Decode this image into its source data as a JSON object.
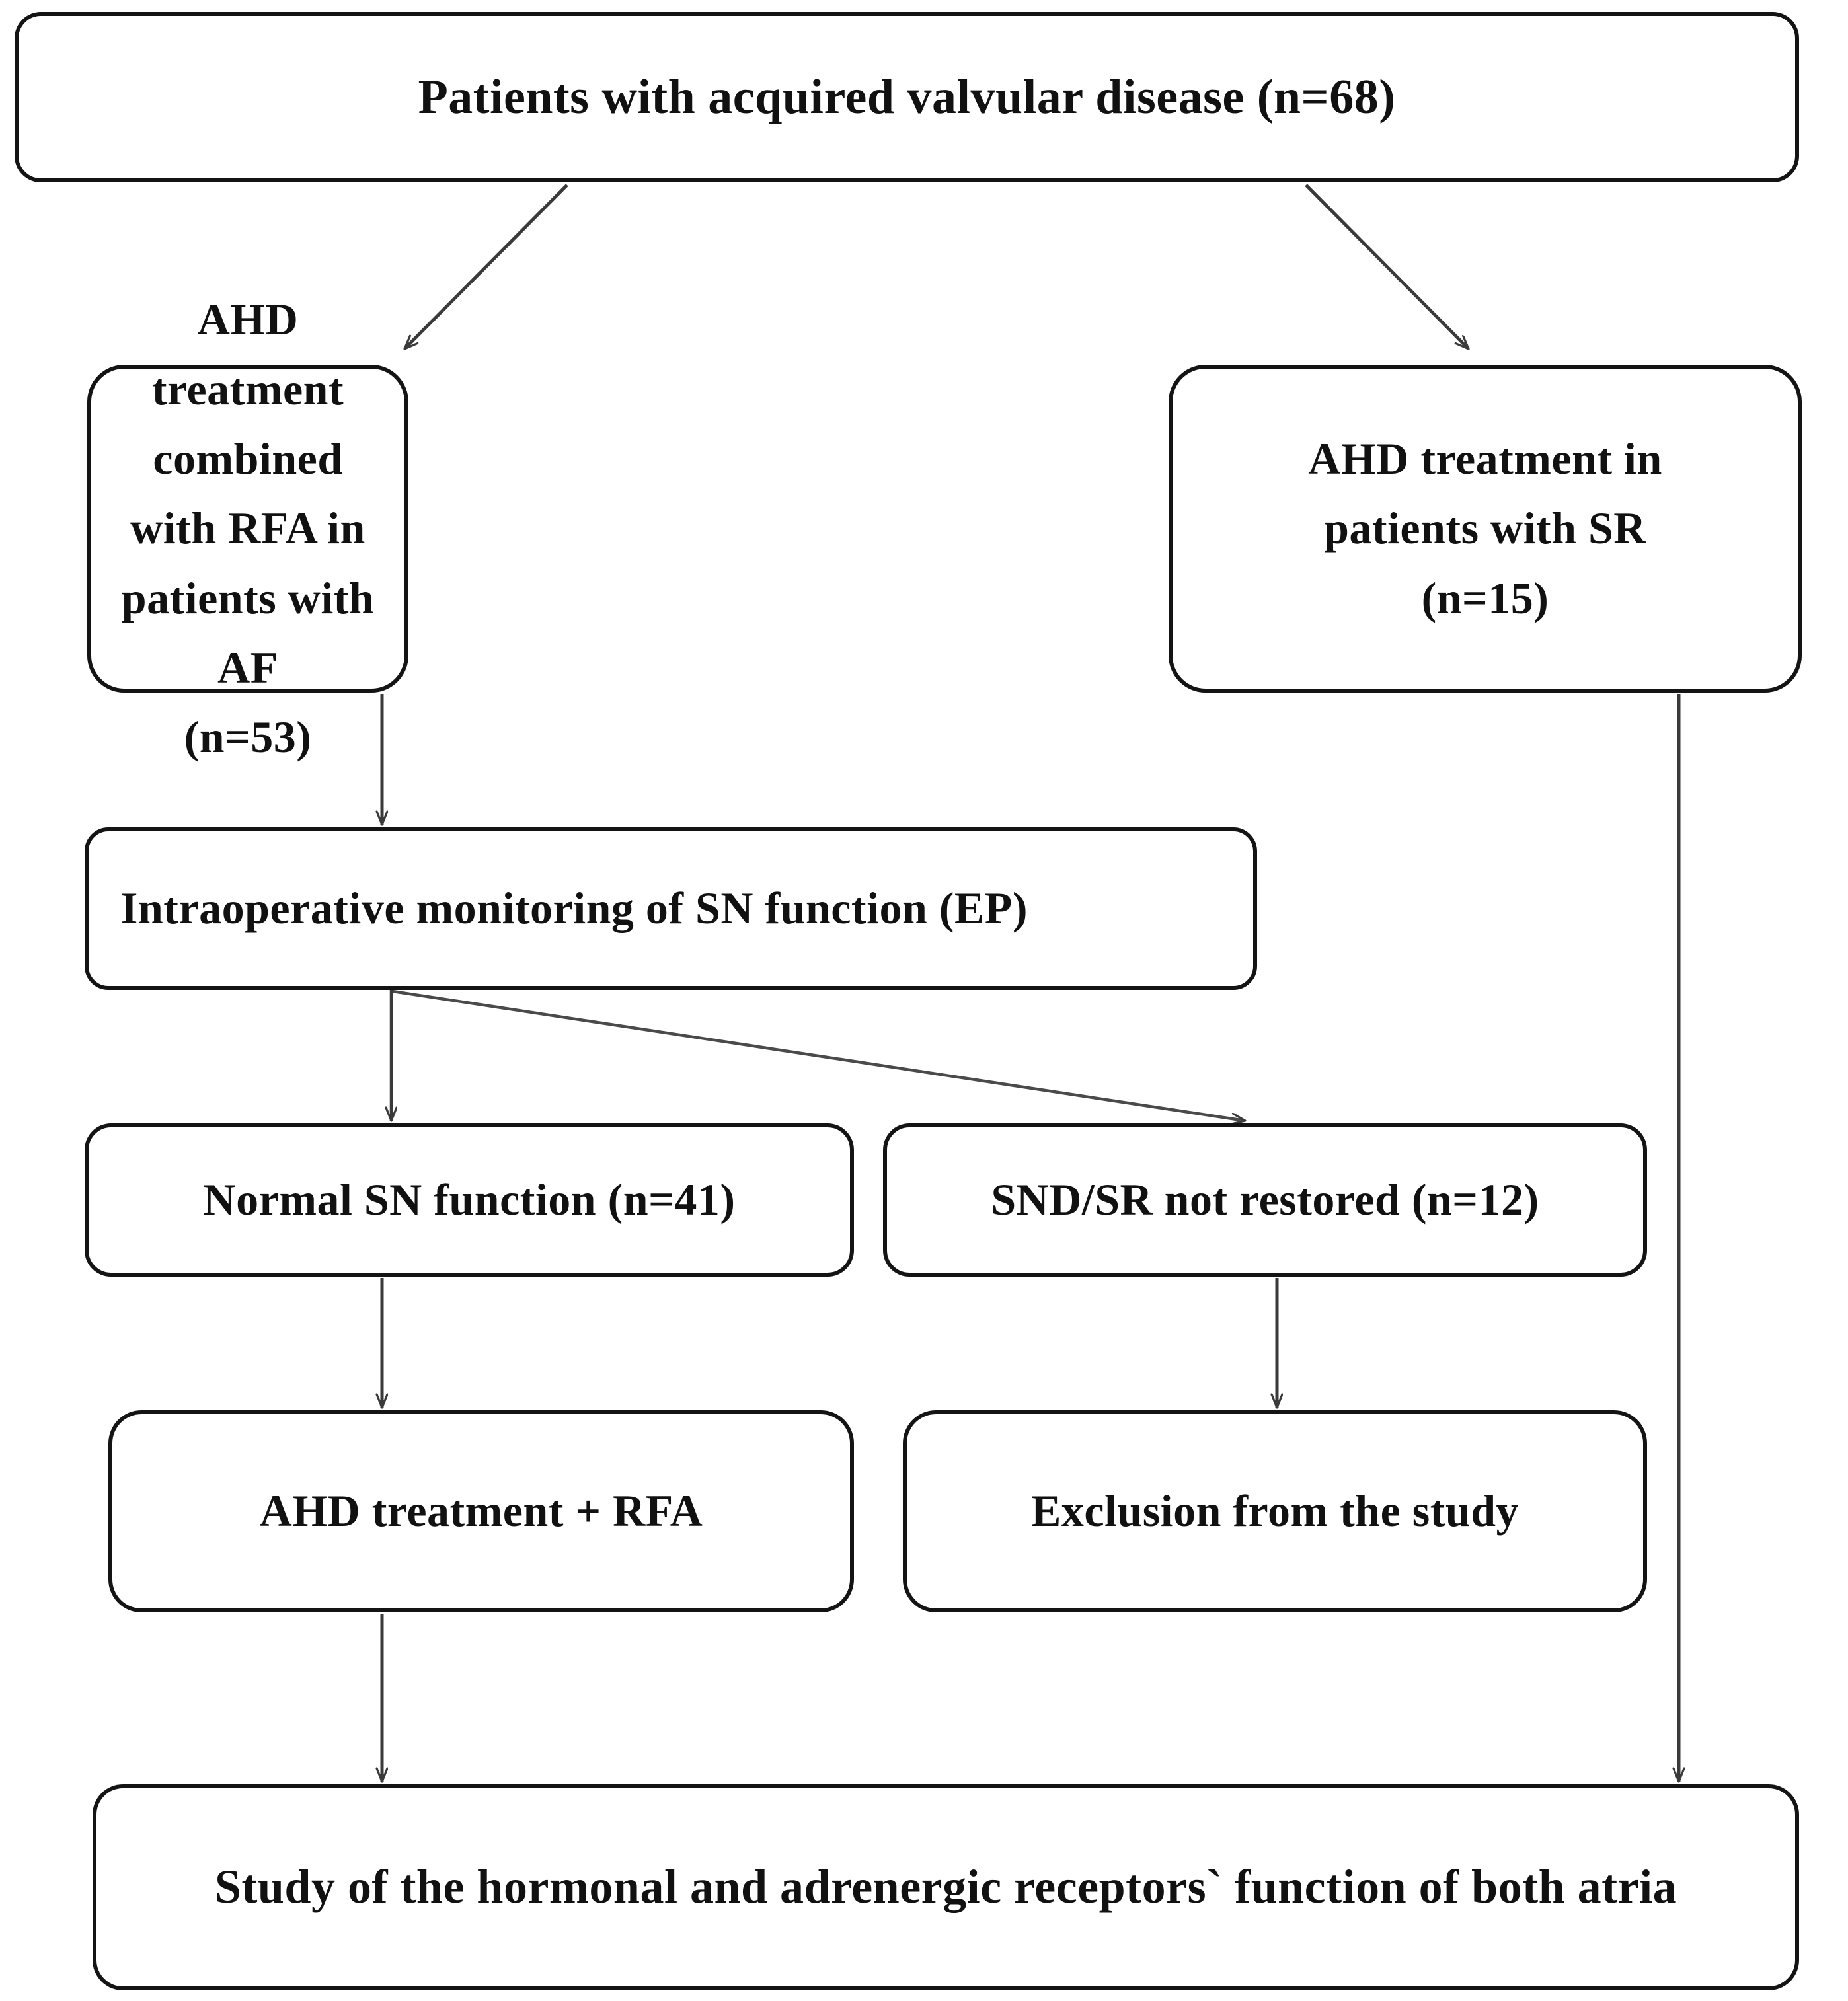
{
  "diagram": {
    "type": "flowchart",
    "title": "Patient enrollment flow for acquired valvular disease study",
    "colors": {
      "box_border": "#141414",
      "box_fill": "#ffffff",
      "edge_stroke": "#3a3a3a",
      "text": "#111111"
    },
    "nodes": [
      {
        "id": "root",
        "text": "Patients with acquired valvular disease (n=68)",
        "count": 68
      },
      {
        "id": "af",
        "text": "AHD treatment\ncombined with RFA in\npatients with AF\n(n=53)",
        "count": 53
      },
      {
        "id": "sr",
        "text": "AHD treatment  in\npatients with SR\n(n=15)",
        "count": 15
      },
      {
        "id": "ep",
        "text": "Intraoperative monitoring of SN function (EP)",
        "count": null
      },
      {
        "id": "normal",
        "text": "Normal SN function (n=41)",
        "count": 41
      },
      {
        "id": "snd",
        "text": "SND/SR not restored (n=12)",
        "count": 12
      },
      {
        "id": "rfa",
        "text": "AHD treatment + RFA",
        "count": null
      },
      {
        "id": "excl",
        "text": "Exclusion from the study",
        "count": null
      },
      {
        "id": "final",
        "text": "Study of the hormonal and adrenergic receptors` function of both atria",
        "count": null
      }
    ],
    "edges": [
      {
        "from": "root",
        "to": "af",
        "style": "diagonal-arrow"
      },
      {
        "from": "root",
        "to": "sr",
        "style": "diagonal-arrow"
      },
      {
        "from": "af",
        "to": "ep",
        "style": "vertical-arrow"
      },
      {
        "from": "ep",
        "to": "normal",
        "style": "vertical-arrow"
      },
      {
        "from": "ep",
        "to": "snd",
        "style": "diagonal-arrow"
      },
      {
        "from": "normal",
        "to": "rfa",
        "style": "vertical-arrow"
      },
      {
        "from": "snd",
        "to": "excl",
        "style": "vertical-arrow"
      },
      {
        "from": "rfa",
        "to": "final",
        "style": "vertical-arrow"
      },
      {
        "from": "sr",
        "to": "final",
        "style": "vertical-arrow-long"
      }
    ]
  }
}
